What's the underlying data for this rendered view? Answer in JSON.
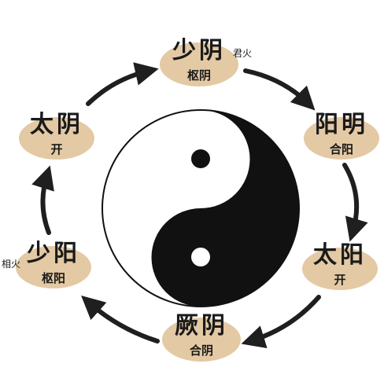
{
  "nodes": [
    {
      "id": "shaoyin",
      "title": "少阴",
      "sub": "枢阴",
      "note": "君火"
    },
    {
      "id": "yangming",
      "title": "阳明",
      "sub": "合阳"
    },
    {
      "id": "taiyang",
      "title": "太阳",
      "sub": "开"
    },
    {
      "id": "jueyin",
      "title": "厥阴",
      "sub": "合阴"
    },
    {
      "id": "shaoyang",
      "title": "少阳",
      "sub": "枢阳",
      "note": "相火"
    },
    {
      "id": "taiyin",
      "title": "太阴",
      "sub": "开"
    }
  ],
  "colors": {
    "ellipse": "#e3c9a4",
    "ink": "#1a1a1a",
    "arrow": "#1f1f1f",
    "yin": "#111111",
    "yang": "#ffffff"
  }
}
